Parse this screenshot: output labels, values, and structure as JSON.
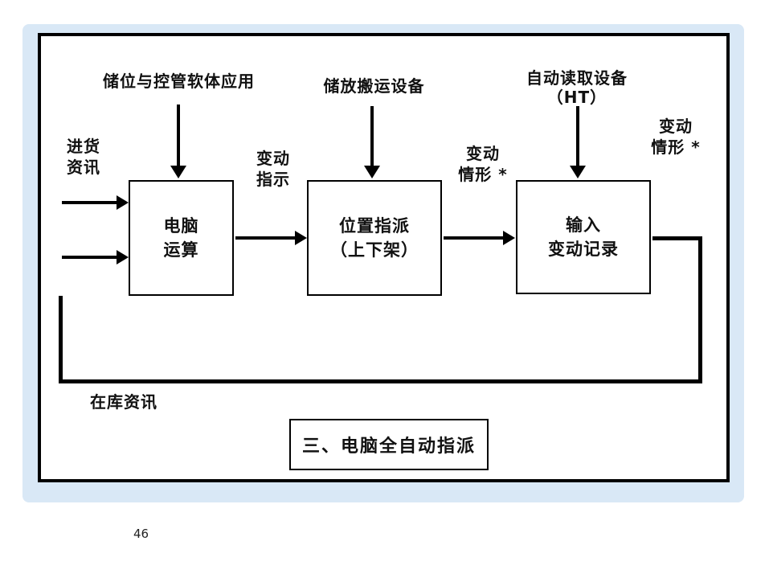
{
  "colors": {
    "mat": "#d9e8f6",
    "ink": "#000000",
    "paper": "#ffffff"
  },
  "slide": {
    "labels": {
      "software_application": "储位与控管软体应用",
      "incoming_info": "进货\n资讯",
      "change_instruction": "变动\n指示",
      "storage_handling_equipment": "储放搬运设备",
      "change_status_mid": "变动\n情形 *",
      "auto_read_device": "自动读取设备\n（HT）",
      "change_status_right": "变动\n情形 *",
      "stock_info": "在库资讯"
    },
    "boxes": {
      "computer_operation": "电脑\n运算",
      "location_assignment": "位置指派\n（上下架）",
      "input_change_record": "输入\n变动记录"
    },
    "caption": "三、电脑全自动指派"
  },
  "page": {
    "number": "46"
  }
}
